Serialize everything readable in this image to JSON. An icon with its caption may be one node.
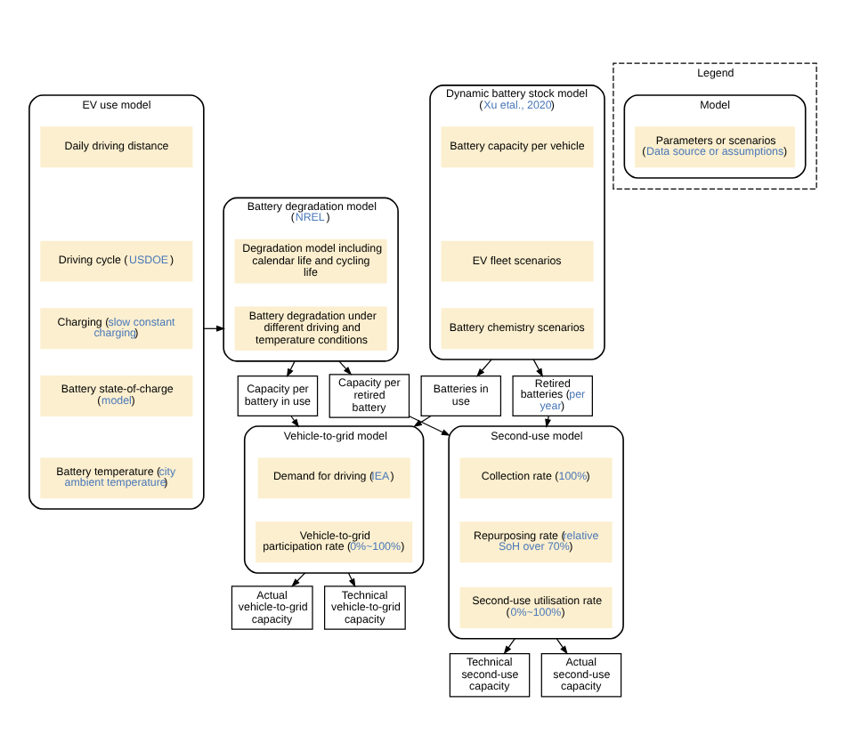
{
  "diagram": {
    "nodes": [
      {
        "text": [
          "EV use model"
        ]
      },
      {
        "text": [
          "Daily driving distance"
        ],
        "in": 0
      },
      {
        "text": [
          "Driving cycle (USDOE)"
        ],
        "in": 0
      },
      {
        "text": [
          "Charging (slow constant charging)"
        ],
        "in": 0
      },
      {
        "text": [
          "Battery state-of-charge (model)"
        ],
        "in": 0
      },
      {
        "text": [
          "Battery temperature (city ambient temperature)"
        ],
        "in": 0
      },
      {
        "text": [
          "Battery degradation model",
          "(NREL)"
        ]
      },
      {
        "text": [
          "Degradation model including calendar life and cycling life"
        ],
        "in": 6
      },
      {
        "text": [
          "Battery degradation under different driving and temperature conditions"
        ],
        "in": 6
      },
      {
        "text": [
          "Dynamic battery stock model",
          "(Xu etal., 2020)"
        ]
      },
      {
        "text": [
          "Battery capacity per vehicle"
        ],
        "in": 9
      },
      {
        "text": [
          "EV fleet scenarios"
        ],
        "in": 9
      },
      {
        "text": [
          "Battery chemistry scenarios"
        ],
        "in": 9
      },
      {
        "text": [
          "Capacity per battery in use"
        ]
      },
      {
        "text": [
          "Batteries in use"
        ]
      },
      {
        "text": [
          "Capacity per retired battery"
        ]
      },
      {
        "text": [
          "Retired batteries (per year)"
        ]
      },
      {
        "text": [
          "Vehicle-to-grid model"
        ]
      },
      {
        "text": [
          "Demand for driving (IEA)"
        ],
        "in": 17
      },
      {
        "text": [
          "Vehicle-to-grid participation rate (0%~100%)"
        ],
        "in": 17
      },
      {
        "text": [
          "Second-use model"
        ]
      },
      {
        "text": [
          "Collection rate (100%)"
        ],
        "in": 20
      },
      {
        "text": [
          "Repurposing rate (relative SoH over 70%)"
        ],
        "in": 20
      },
      {
        "text": [
          "Second-use utilisation rate (0%~100%)"
        ],
        "in": 20
      },
      {
        "text": [
          "Technical vehicle-to-grid capacity"
        ]
      },
      {
        "text": [
          "Actual vehicle-to-grid capacity"
        ]
      },
      {
        "text": [
          "Technical second-use capacity"
        ]
      },
      {
        "text": [
          "Actual second-use capacity"
        ]
      },
      {
        "text": [
          "Legend"
        ]
      },
      {
        "text": [
          "Model"
        ],
        "in": 28
      },
      {
        "text": [
          "Parameters or scenarios (Data source or assumptions)"
        ],
        "in": 29
      }
    ],
    "edges": [
      {
        "from": 0,
        "to": 6,
        "arrow": "to"
      },
      {
        "from": 6,
        "to": 13,
        "arrow": "to"
      },
      {
        "from": 6,
        "to": 15,
        "arrow": "to"
      },
      {
        "from": 9,
        "to": 14,
        "arrow": "to"
      },
      {
        "from": 9,
        "to": 16,
        "arrow": "to"
      },
      {
        "from": 13,
        "to": 17,
        "arrow": "to"
      },
      {
        "from": 14,
        "to": 17,
        "arrow": "to"
      },
      {
        "from": 15,
        "to": 20,
        "arrow": "to"
      },
      {
        "from": 16,
        "to": 20,
        "arrow": "to"
      },
      {
        "from": 17,
        "to": 24,
        "arrow": "to"
      },
      {
        "from": 17,
        "to": 25,
        "arrow": "to"
      },
      {
        "from": 20,
        "to": 26,
        "arrow": "to"
      },
      {
        "from": 20,
        "to": 27,
        "arrow": "to"
      }
    ]
  }
}
